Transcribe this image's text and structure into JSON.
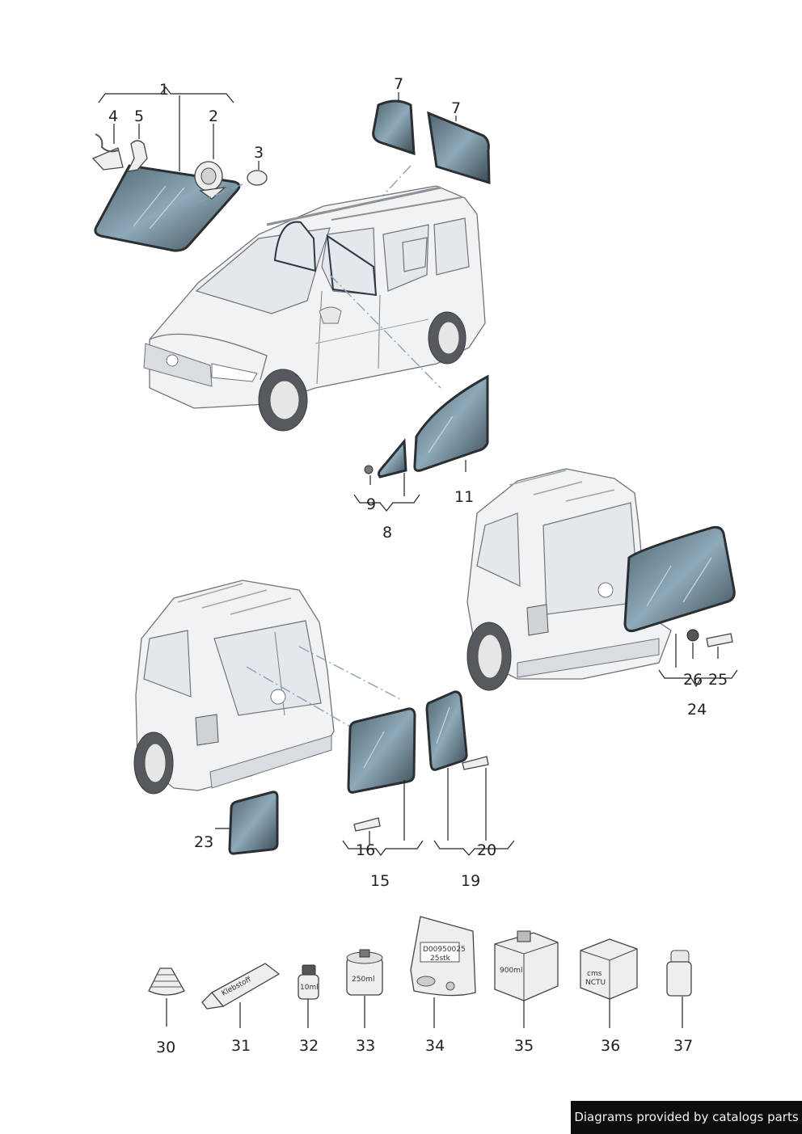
{
  "callouts": {
    "c1": "1",
    "c2": "2",
    "c3": "3",
    "c4": "4",
    "c5": "5",
    "c7a": "7",
    "c7b": "7",
    "c8": "8",
    "c9": "9",
    "c11": "11",
    "c15": "15",
    "c16": "16",
    "c19": "19",
    "c20": "20",
    "c23": "23",
    "c24": "24",
    "c25": "25",
    "c26": "26",
    "c30": "30",
    "c31": "31",
    "c32": "32",
    "c33": "33",
    "c34": "34",
    "c35": "35",
    "c36": "36",
    "c37": "37"
  },
  "labels": {
    "tube": "Klebstoff",
    "bottle32": "10ml",
    "can33": "250ml",
    "bag34_line1": "D00950025",
    "bag34_line2": "25stk",
    "box35": "900ml",
    "box36_line1": "cms",
    "box36_line2": "NCTU"
  },
  "footer": {
    "text": "Diagrams provided by catalogs parts"
  },
  "colors": {
    "glass_dark": "#3d4c55",
    "glass_light": "#93aebc",
    "outline": "#2b2f33",
    "footer_bg": "#0d0d0d"
  }
}
